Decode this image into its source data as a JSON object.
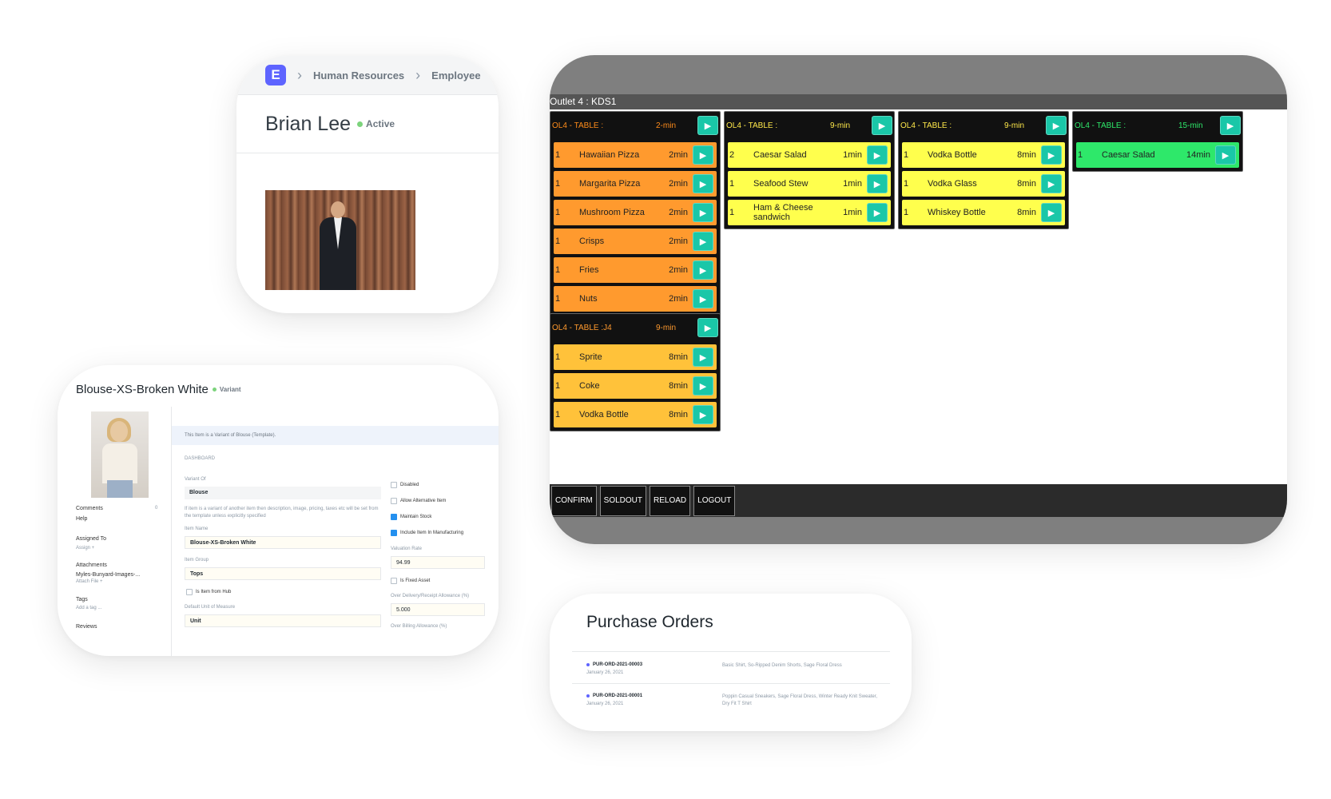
{
  "employee": {
    "breadcrumb": [
      "Human Resources",
      "Employee"
    ],
    "logo_letter": "E",
    "name": "Brian Lee",
    "status": "Active"
  },
  "kds": {
    "header": "Outlet 4 : KDS1",
    "colors": {
      "orange": "#ff9a2e",
      "yellow": "#ffff4d",
      "green": "#2ee86a",
      "amber": "#ffc23a"
    },
    "tickets": [
      {
        "table": "OL4 - TABLE :",
        "time": "2-min",
        "items": [
          {
            "qty": "1",
            "name": "Hawaiian Pizza",
            "mins": "2min"
          },
          {
            "qty": "1",
            "name": "Margarita Pizza",
            "mins": "2min"
          },
          {
            "qty": "1",
            "name": "Mushroom Pizza",
            "mins": "2min"
          },
          {
            "qty": "1",
            "name": "Crisps",
            "mins": "2min"
          },
          {
            "qty": "1",
            "name": "Fries",
            "mins": "2min"
          },
          {
            "qty": "1",
            "name": "Nuts",
            "mins": "2min"
          }
        ]
      },
      {
        "table": "OL4 - TABLE :",
        "time": "9-min",
        "items": [
          {
            "qty": "2",
            "name": "Caesar Salad",
            "mins": "1min"
          },
          {
            "qty": "1",
            "name": "Seafood Stew",
            "mins": "1min"
          },
          {
            "qty": "1",
            "name": "Ham & Cheese sandwich",
            "mins": "1min"
          }
        ]
      },
      {
        "table": "OL4 - TABLE :",
        "time": "9-min",
        "items": [
          {
            "qty": "1",
            "name": "Vodka Bottle",
            "mins": "8min"
          },
          {
            "qty": "1",
            "name": "Vodka Glass",
            "mins": "8min"
          },
          {
            "qty": "1",
            "name": "Whiskey Bottle",
            "mins": "8min"
          }
        ]
      },
      {
        "table": "OL4 - TABLE :",
        "time": "15-min",
        "items": [
          {
            "qty": "1",
            "name": "Caesar Salad",
            "mins": "14min"
          }
        ]
      },
      {
        "table": "OL4 - TABLE :J4",
        "time": "9-min",
        "items": [
          {
            "qty": "1",
            "name": "Sprite",
            "mins": "8min"
          },
          {
            "qty": "1",
            "name": "Coke",
            "mins": "8min"
          },
          {
            "qty": "1",
            "name": "Vodka Bottle",
            "mins": "8min"
          }
        ]
      }
    ],
    "footer_buttons": [
      "CONFIRM",
      "SOLDOUT",
      "RELOAD",
      "LOGOUT"
    ]
  },
  "item": {
    "title": "Blouse-XS-Broken White",
    "badge": "Variant",
    "sidebar": {
      "comments": "Comments",
      "comments_count": "0",
      "help": "Help",
      "assigned_to": "Assigned To",
      "assign": "Assign +",
      "attachments": "Attachments",
      "attachment_file": "Myles-Bunyard-Images-...",
      "attach_file": "Attach File +",
      "tags": "Tags",
      "add_tag": "Add a tag ...",
      "reviews": "Reviews"
    },
    "note": "This Item is a Variant of Blouse (Template).",
    "dashboard": "DASHBOARD",
    "variant_of_label": "Variant Of",
    "variant_of": "Blouse",
    "variant_help": "If item is a variant of another item then description, image, pricing, taxes etc will be set from the template unless explicitly specified",
    "item_name_label": "Item Name",
    "item_name": "Blouse-XS-Broken White",
    "item_group_label": "Item Group",
    "item_group": "Tops",
    "is_item_from_hub": "Is Item from Hub",
    "uom_label": "Default Unit of Measure",
    "uom": "Unit",
    "checks": [
      {
        "label": "Disabled",
        "checked": false
      },
      {
        "label": "Allow Alternative Item",
        "checked": false
      },
      {
        "label": "Maintain Stock",
        "checked": true
      },
      {
        "label": "Include Item In Manufacturing",
        "checked": true
      }
    ],
    "valuation_rate_label": "Valuation Rate",
    "valuation_rate": "94.99",
    "is_fixed_asset": "Is Fixed Asset",
    "over_delivery_label": "Over Delivery/Receipt Allowance (%)",
    "over_delivery": "5.000",
    "over_billing_label": "Over Billing Allowance (%)"
  },
  "purchase_orders": {
    "title": "Purchase Orders",
    "rows": [
      {
        "id": "PUR-ORD-2021-00003",
        "date": "January 26, 2021",
        "items": "Basic Shirt, So-Ripped Denim Shorts, Sage Floral Dress"
      },
      {
        "id": "PUR-ORD-2021-00001",
        "date": "January 26, 2021",
        "items": "Poppin Casual Sneakers, Sage Floral Dress, Winter Ready Knit Sweater, Dry Fit T Shirt"
      }
    ]
  }
}
